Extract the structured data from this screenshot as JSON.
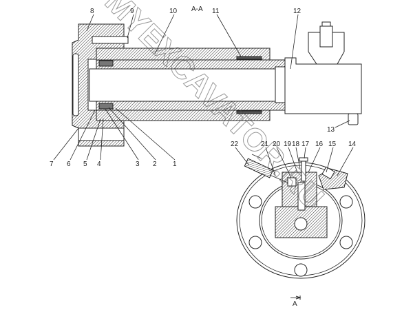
{
  "section_label": "A-A",
  "view_arrow_label": "A",
  "watermark": "MYEXCAVATOR.RU",
  "callouts": {
    "c1": "1",
    "c2": "2",
    "c3": "3",
    "c4": "4",
    "c5": "5",
    "c6": "6",
    "c7": "7",
    "c8": "8",
    "c9": "9",
    "c10": "10",
    "c11": "11",
    "c12": "12",
    "c13": "13",
    "c14": "14",
    "c15": "15",
    "c16": "16",
    "c17": "17",
    "c18": "18",
    "c19": "19",
    "c20": "20",
    "c21": "21",
    "c22": "22"
  }
}
